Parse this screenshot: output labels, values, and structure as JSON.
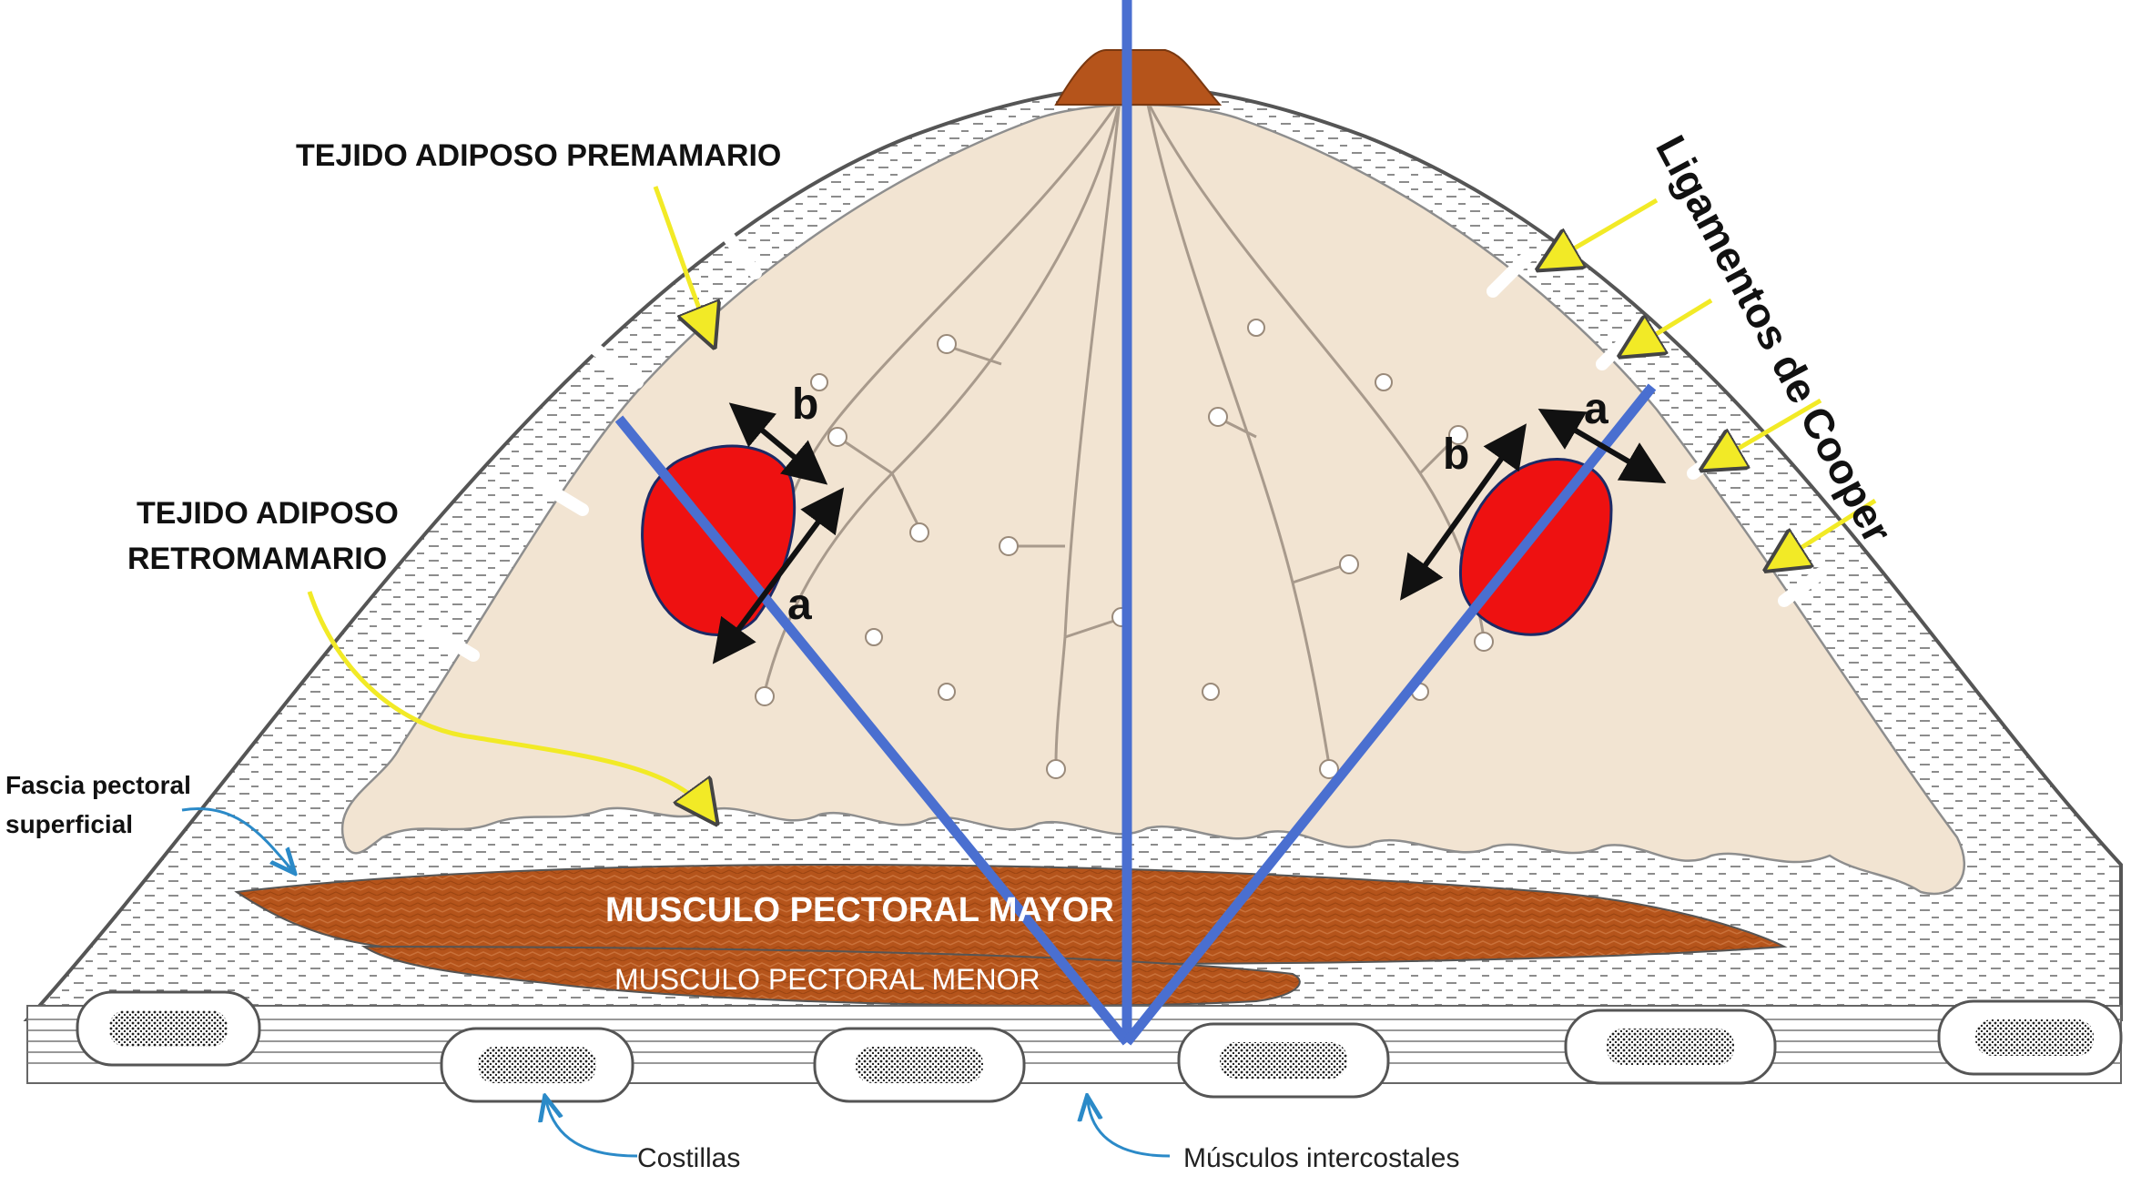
{
  "labels": {
    "premamario": "TEJIDO ADIPOSO PREMAMARIO",
    "retromamario_line1": "TEJIDO ADIPOSO",
    "retromamario_line2": "RETROMAMARIO",
    "fascia_line1": "Fascia pectoral",
    "fascia_line2": "superficial",
    "cooper": "Ligamentos de Cooper",
    "pectoral_mayor": "MUSCULO PECTORAL MAYOR",
    "pectoral_menor": "MUSCULO PECTORAL MENOR",
    "costillas": "Costillas",
    "intercostales": "Músculos intercostales",
    "left_b": "b",
    "left_a": "a",
    "right_b": "b",
    "right_a": "a"
  },
  "colors": {
    "fat": "#f2e4d2",
    "gland_line": "#9a8a7a",
    "skin_line": "#555555",
    "muscle": "#b5541b",
    "tumor": "#ee1111",
    "axis": "#4a6fd0",
    "pointer_yellow": "#f2ea26",
    "pointer_blue": "#2b8ac8"
  },
  "icons": {
    "tumor": "red-lesion-shape",
    "rib": "rib-cross-section-shape",
    "nipple": "nipple-shape"
  }
}
